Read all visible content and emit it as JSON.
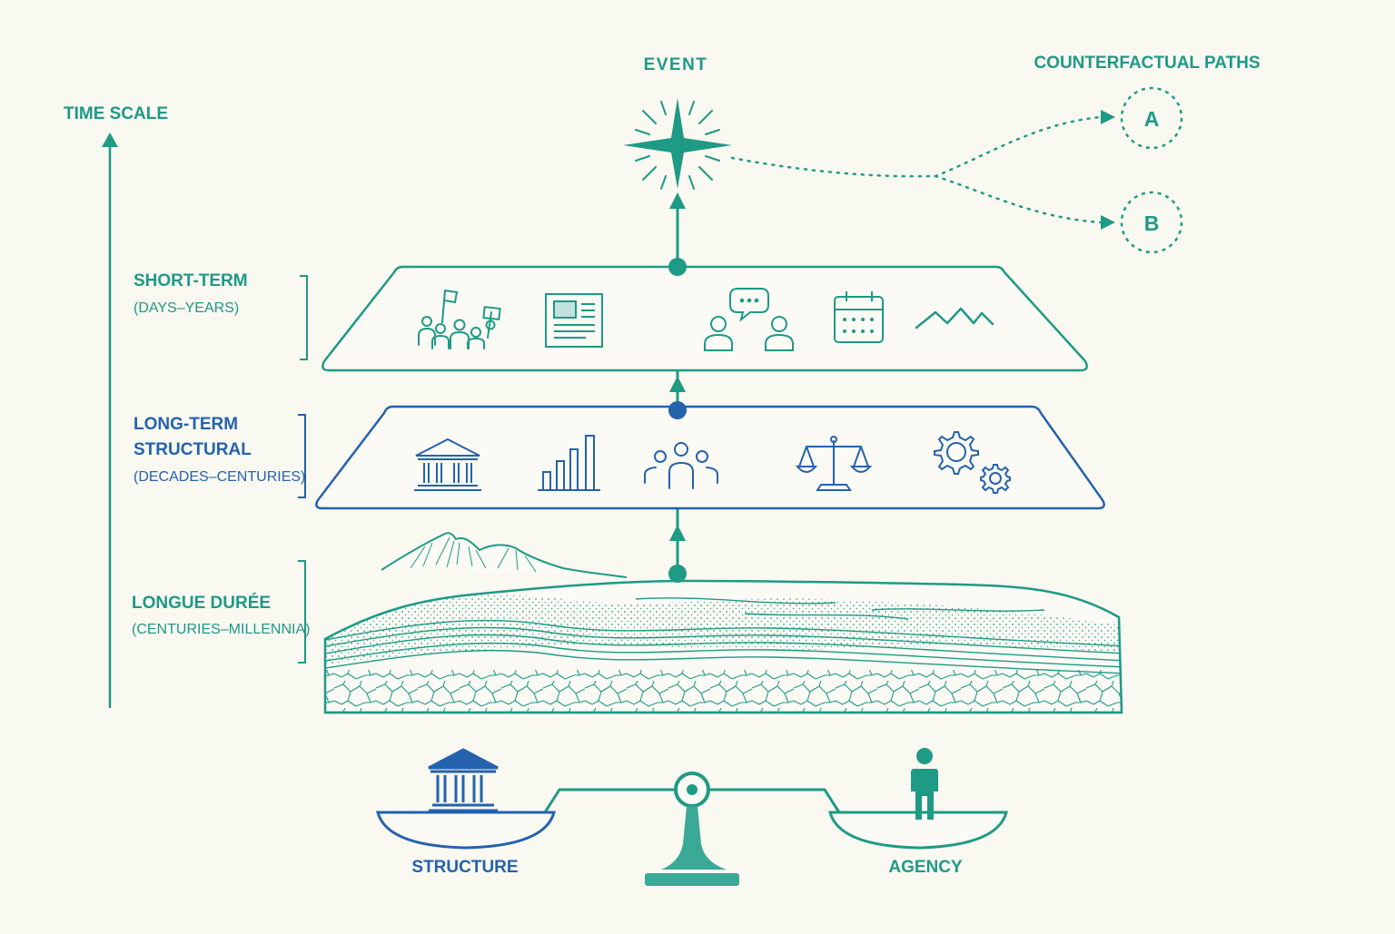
{
  "labels": {
    "time_scale": "TIME SCALE",
    "event": "EVENT",
    "counterfactual": "COUNTERFACTUAL PATHS",
    "path_a": "A",
    "path_b": "B",
    "short_term_title": "SHORT-TERM",
    "short_term_range": "(DAYS–YEARS)",
    "long_term_title_1": "LONG-TERM",
    "long_term_title_2": "STRUCTURAL",
    "long_term_range": "(DECADES–CENTURIES)",
    "longue_title": "LONGUE DURÉE",
    "longue_range": "(CENTURIES–MILLENNIA)",
    "structure": "STRUCTURE",
    "agency": "AGENCY"
  },
  "colors": {
    "green": "#1e9a85",
    "blue": "#2462ad",
    "background": "#f9f8f1"
  },
  "icons": {
    "short_term": [
      "protest-crowd-icon",
      "newspaper-icon",
      "conversation-icon",
      "calendar-icon",
      "zigzag-trend-icon"
    ],
    "long_term": [
      "institution-icon",
      "bar-chart-icon",
      "population-group-icon",
      "justice-scales-icon",
      "gears-icon"
    ],
    "balance": [
      "structure-building-icon",
      "agency-person-icon"
    ]
  }
}
